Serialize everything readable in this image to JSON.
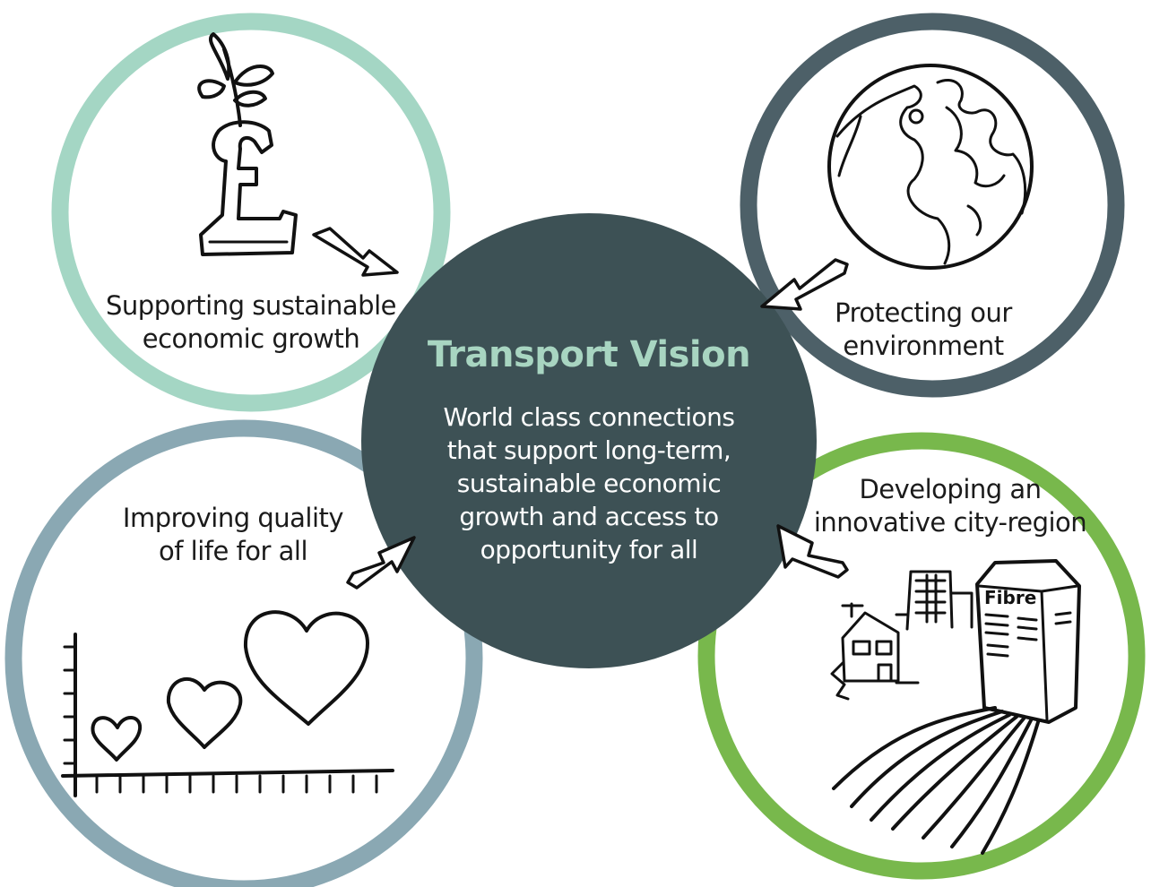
{
  "center": {
    "title": "Transport Vision",
    "body": [
      "World class connections",
      "that support long-term,",
      "sustainable economic",
      "growth and access to",
      "opportunity for all"
    ]
  },
  "nodes": {
    "growth": {
      "lines": [
        "Supporting sustainable",
        "economic growth"
      ],
      "icon": "pound-plant-icon"
    },
    "environment": {
      "lines": [
        "Protecting our",
        "environment"
      ],
      "icon": "globe-icon"
    },
    "quality": {
      "lines": [
        "Improving quality",
        "of life for all"
      ],
      "icon": "hearts-chart-icon"
    },
    "innovation": {
      "lines": [
        "Developing an",
        "innovative city-region"
      ],
      "icon": "fibre-city-icon",
      "cabinet_label": "Fibre"
    }
  },
  "colors": {
    "center_fill": "#3d5155",
    "center_title": "#a8d5c1",
    "growth_ring": "#a4d6c4",
    "environment_ring": "#4d6068",
    "quality_ring": "#8aa8b3",
    "innovation_ring": "#78b84c"
  }
}
